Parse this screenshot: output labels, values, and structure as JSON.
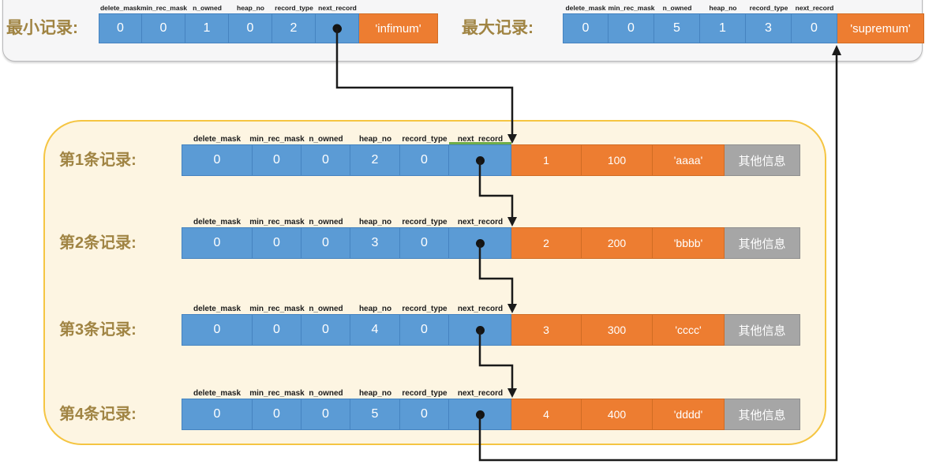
{
  "diagram_title": "InnoDB page record linked list (infimum / user records / supremum)",
  "colors": {
    "cell_blue": "#5b9bd5",
    "cell_orange": "#ed7d31",
    "cell_gray": "#a6a6a6",
    "panel_bg": "#fdf5e2",
    "panel_border": "#f5c542",
    "top_panel_bg": "#f6f6f7",
    "label_text": "#a08443",
    "arrow": "#1a1a1a",
    "highlight_green": "#6fad47"
  },
  "field_headers": [
    "delete_mask",
    "min_rec_mask",
    "n_owned",
    "heap_no",
    "record_type",
    "next_record"
  ],
  "top_section": {
    "min_record": {
      "label": "最小记录:",
      "values": [
        "0",
        "0",
        "1",
        "0",
        "2",
        "●"
      ],
      "tail": "'infimum'"
    },
    "max_record": {
      "label": "最大记录:",
      "values": [
        "0",
        "0",
        "5",
        "1",
        "3",
        "0"
      ],
      "tail": "'supremum'"
    }
  },
  "records": [
    {
      "label": "第1条记录:",
      "header_values": [
        "0",
        "0",
        "0",
        "2",
        "0",
        "●"
      ],
      "data_values": [
        "1",
        "100",
        "'aaaa'"
      ],
      "extra": "其他信息"
    },
    {
      "label": "第2条记录:",
      "header_values": [
        "0",
        "0",
        "0",
        "3",
        "0",
        "●"
      ],
      "data_values": [
        "2",
        "200",
        "'bbbb'"
      ],
      "extra": "其他信息"
    },
    {
      "label": "第3条记录:",
      "header_values": [
        "0",
        "0",
        "0",
        "4",
        "0",
        "●"
      ],
      "data_values": [
        "3",
        "300",
        "'cccc'"
      ],
      "extra": "其他信息"
    },
    {
      "label": "第4条记录:",
      "header_values": [
        "0",
        "0",
        "0",
        "5",
        "0",
        "●"
      ],
      "data_values": [
        "4",
        "400",
        "'dddd'"
      ],
      "extra": "其他信息"
    }
  ],
  "links": [
    {
      "from": "min_record.next_record",
      "to": "record1"
    },
    {
      "from": "record1.next_record",
      "to": "record2"
    },
    {
      "from": "record2.next_record",
      "to": "record3"
    },
    {
      "from": "record3.next_record",
      "to": "record4"
    },
    {
      "from": "record4.next_record",
      "to": "max_record"
    }
  ]
}
